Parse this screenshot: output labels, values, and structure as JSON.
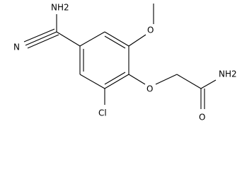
{
  "atoms": {
    "amino_top": "NH2",
    "nitrile_n": "N",
    "methoxy_o": "O",
    "ether_o": "O",
    "chlorine": "Cl",
    "carbonyl_o": "O",
    "amide_nh2": "NH2"
  }
}
